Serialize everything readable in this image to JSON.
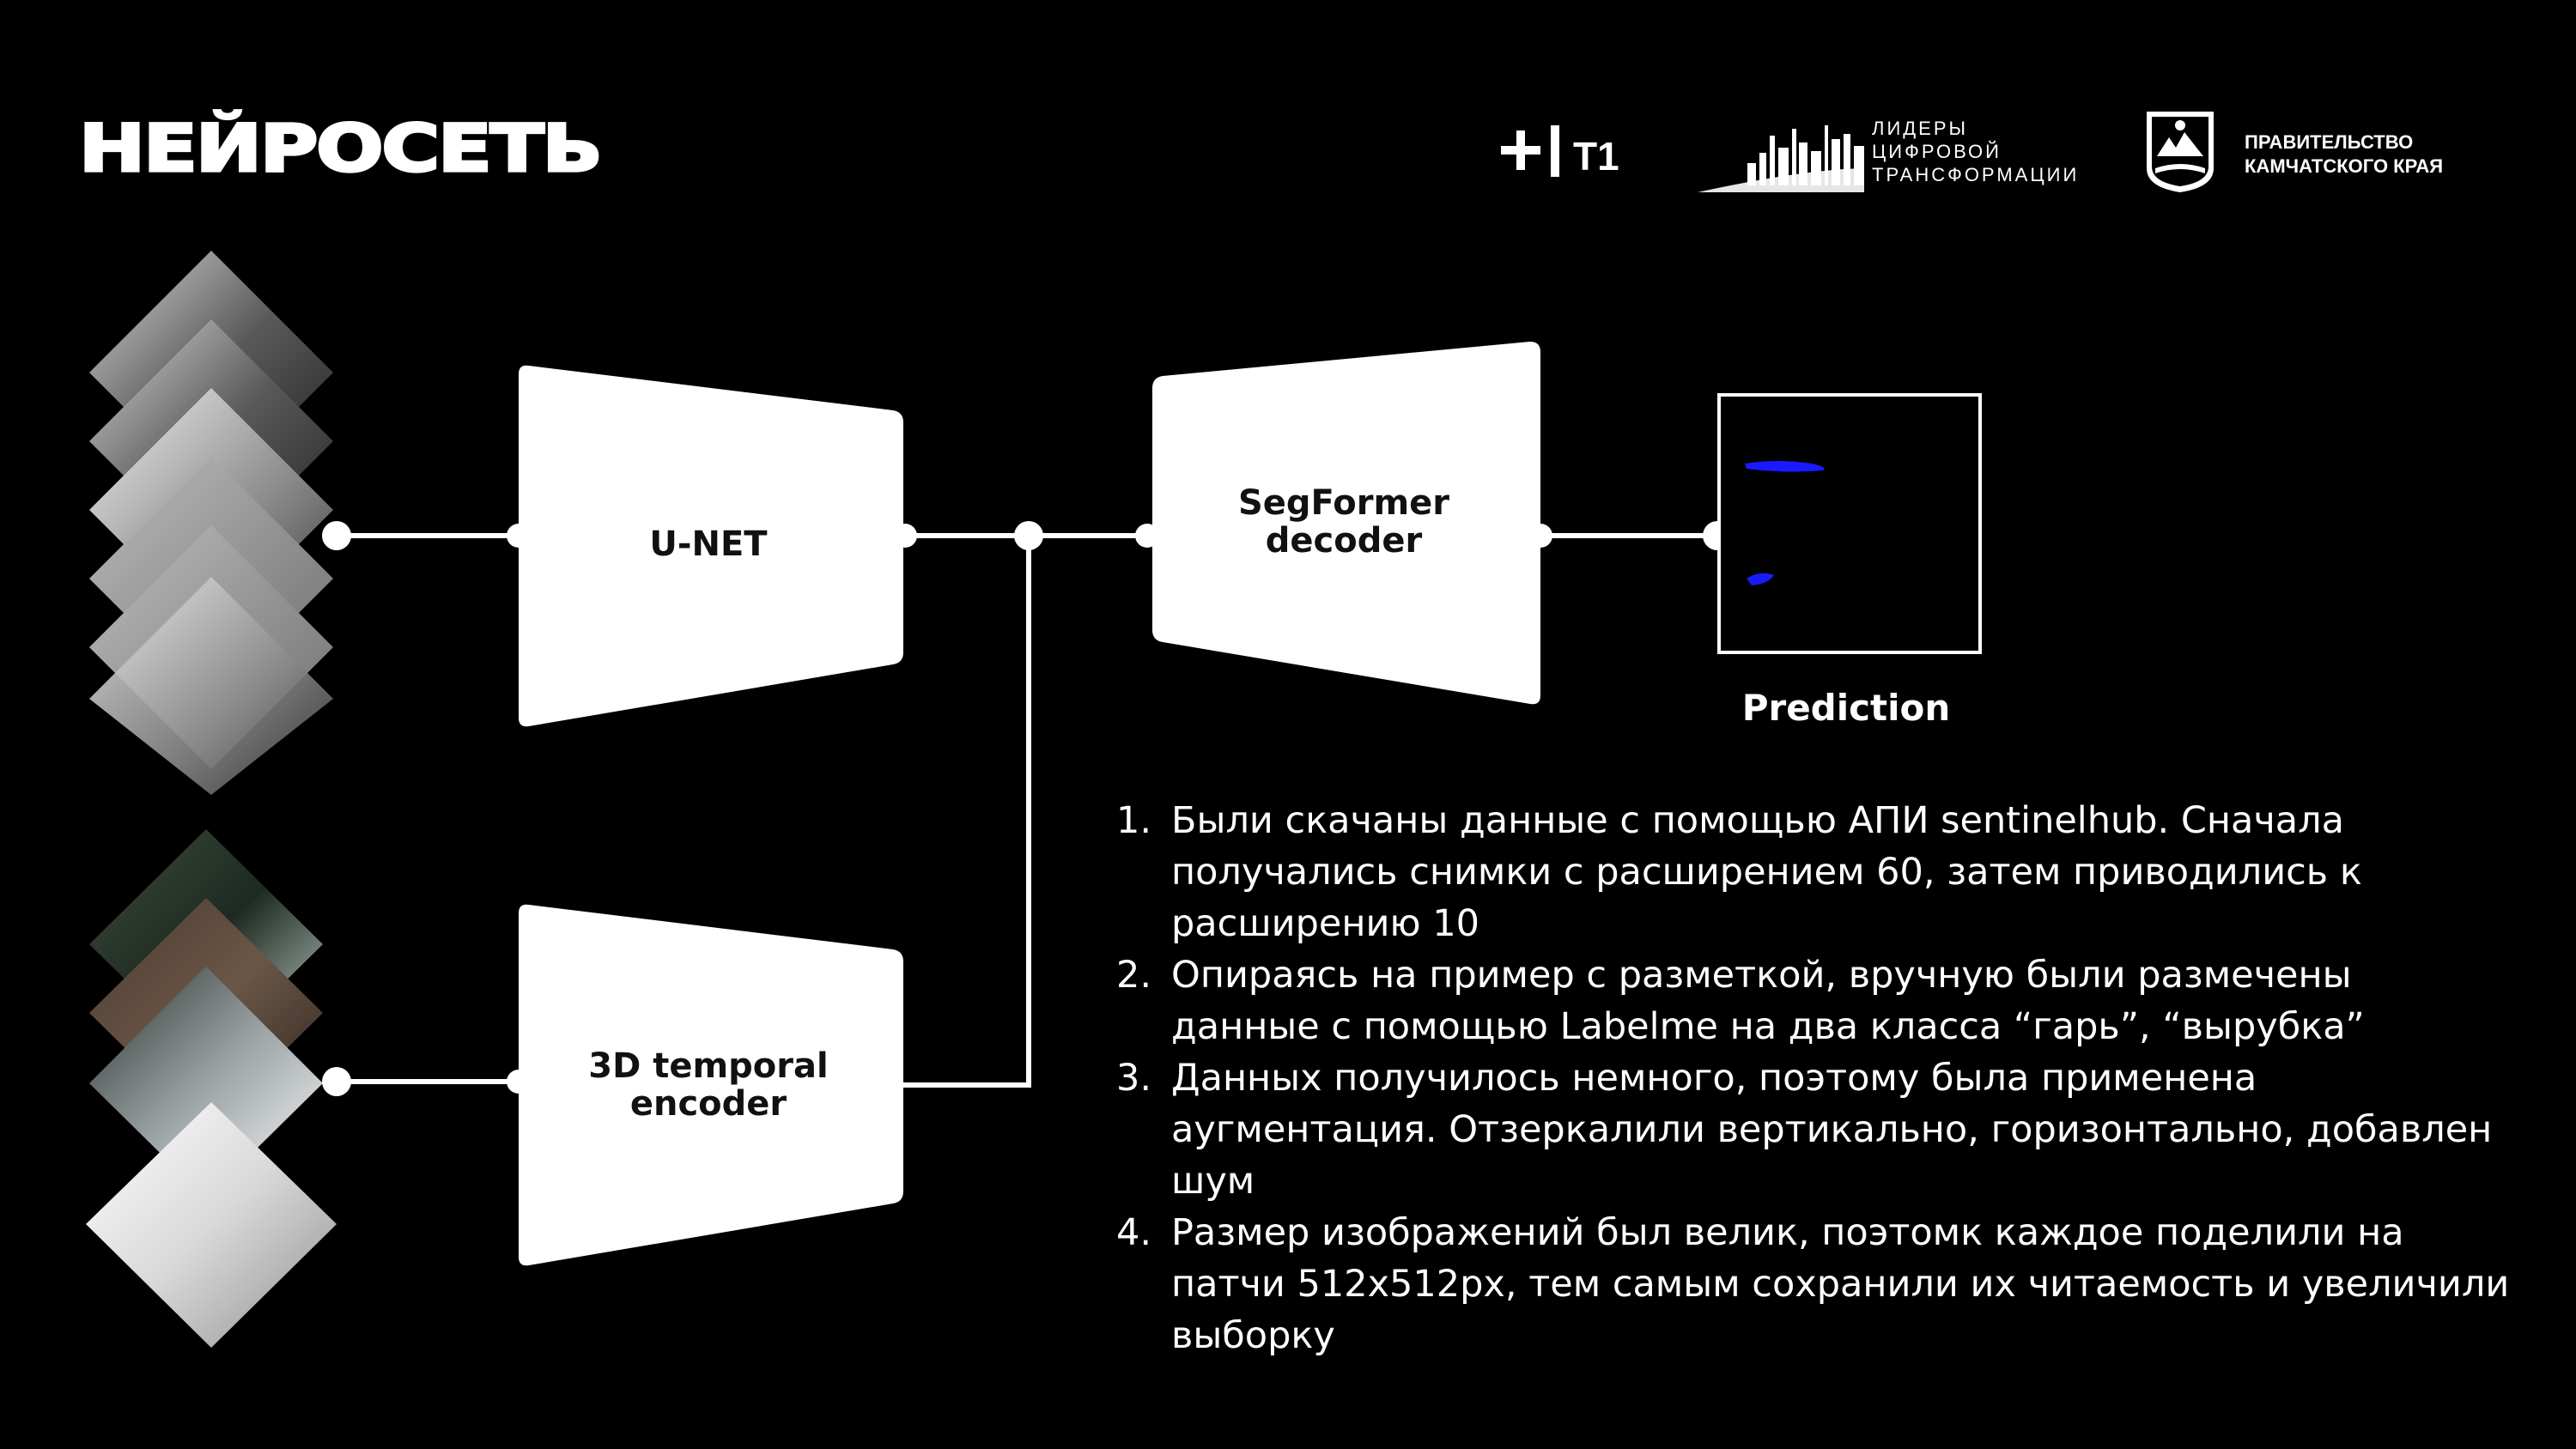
{
  "header": {
    "title": "НЕЙРОСЕТЬ",
    "partner_t1": "+|T1",
    "partner_lct_lines": [
      "ЛИДЕРЫ",
      "ЦИФРОВОЙ",
      "ТРАНСФОРМАЦИИ"
    ],
    "partner_gov_lines": [
      "ПРАВИТЕЛЬСТВО",
      "КАМЧАТСКОГО КРАЯ"
    ]
  },
  "diagram": {
    "blocks": {
      "unet": "U-NET",
      "segformer_line1": "SegFormer",
      "segformer_line2": "decoder",
      "temporal_line1": "3D temporal",
      "temporal_line2": "encoder"
    },
    "prediction_label": "Prediction",
    "colors": {
      "block": "#ffffff",
      "background": "#000000",
      "prediction_mask": "#1a1aff"
    }
  },
  "notes": [
    {
      "num": "1.",
      "lines": [
        "Были скачаны данные с помощью АПИ sentinelhub. Сначала",
        "получались снимки с расширением 60, затем приводились к",
        "расширению 10"
      ]
    },
    {
      "num": "2.",
      "lines": [
        "Опираясь на пример с разметкой, вручную были размечены",
        "данные с помощью Labelme на два класса “гарь”, “вырубка”"
      ]
    },
    {
      "num": "3.",
      "lines": [
        "Данных получилось немного, поэтому была применена",
        "аугментация. Отзеркалили вертикально, горизонтально, добавлен",
        "шум"
      ]
    },
    {
      "num": "4.",
      "lines": [
        "Размер изображений был велик, поэтомк каждое поделили на",
        "патчи 512х512px, тем самым сохранили их читаемость и увеличили",
        "выборку"
      ]
    }
  ]
}
